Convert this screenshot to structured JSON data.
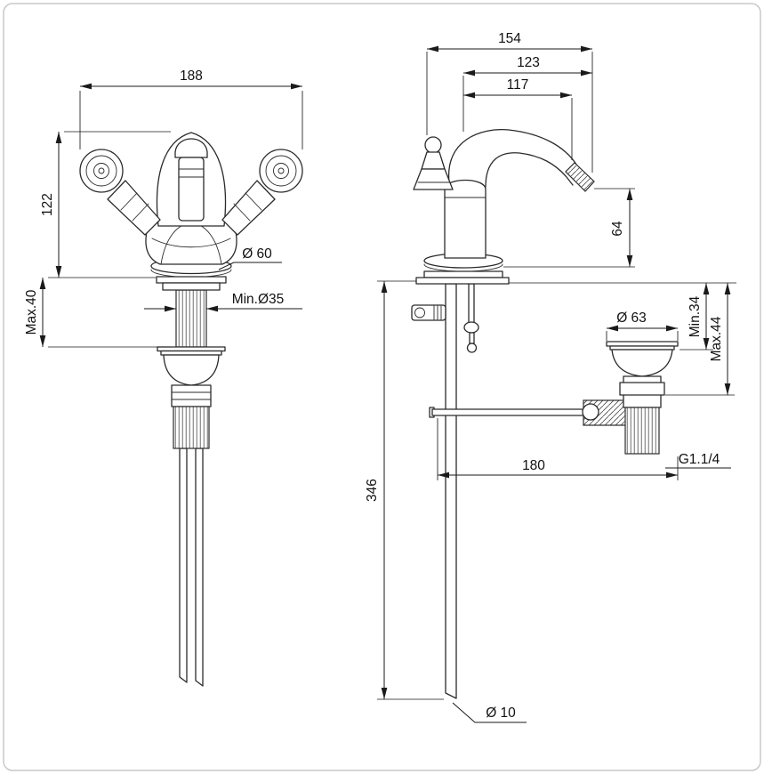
{
  "meta": {
    "description": "Technical dimension drawing of a two-handle bidet mixer tap with pop-up waste: front view (left) and side view (right)"
  },
  "front_view": {
    "dim_width": "188",
    "dim_height": "122",
    "dim_deck_max": "Max.40",
    "dim_base_diameter": "Ø 60",
    "dim_hole_min": "Min.Ø35"
  },
  "side_view": {
    "dim_depth_total": "154",
    "dim_depth_mid": "123",
    "dim_reach": "117",
    "dim_spout_height": "64",
    "dim_waste_diameter": "Ø 63",
    "dim_deck_min": "Min.34",
    "dim_deck_max": "Max.44",
    "dim_drop": "346",
    "dim_waste_offset": "180",
    "dim_thread": "G1.1/4",
    "dim_pipe_diameter": "Ø 10"
  },
  "colors": {
    "line": "#2b2b2b",
    "dimension": "#1a1a1a",
    "border": "#c9c9c9",
    "background": "#ffffff"
  }
}
